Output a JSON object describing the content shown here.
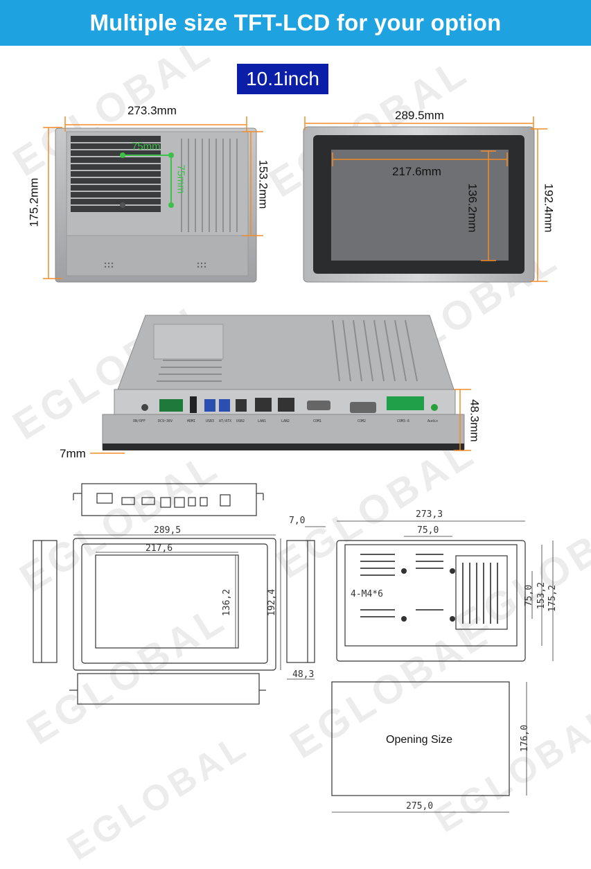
{
  "header": {
    "title": "Multiple size TFT-LCD for your option"
  },
  "size_label": "10.1inch",
  "watermark": "EGLOBAL",
  "photo_dims": {
    "back_width": "273.3mm",
    "back_height": "175.2mm",
    "back_inner_height": "153.2mm",
    "vesa_h": "75mm",
    "vesa_v": "75mm",
    "front_width": "289.5mm",
    "front_height": "192.4mm",
    "screen_width": "217.6mm",
    "screen_height": "136.2mm",
    "depth": "48.3mm",
    "bezel": "7mm"
  },
  "port_labels": [
    "ON/OFF",
    "DC9~36V",
    "HDMI",
    "USB3",
    "AT/ATX",
    "USB2",
    "LAN1",
    "LAN2",
    "COM1",
    "COM2",
    "COM3-6",
    "Audio"
  ],
  "drawing_dims": {
    "front_width": "289,5",
    "screen_width": "217,6",
    "screen_height": "136,2",
    "front_height": "192,4",
    "side_bezel": "7,0",
    "side_depth": "48,3",
    "back_width": "273,3",
    "vesa_h": "75,0",
    "vesa_v": "75,0",
    "back_inner_height": "153,2",
    "back_height": "175,2",
    "screw": "4-M4*6"
  },
  "opening": {
    "label": "Opening Size",
    "width": "275,0",
    "height": "176,0"
  },
  "colors": {
    "banner": "#1fa3e0",
    "size_tag": "#0b1ea8",
    "dimension_line": "#f28c28",
    "vesa_line": "#3cc04a"
  }
}
